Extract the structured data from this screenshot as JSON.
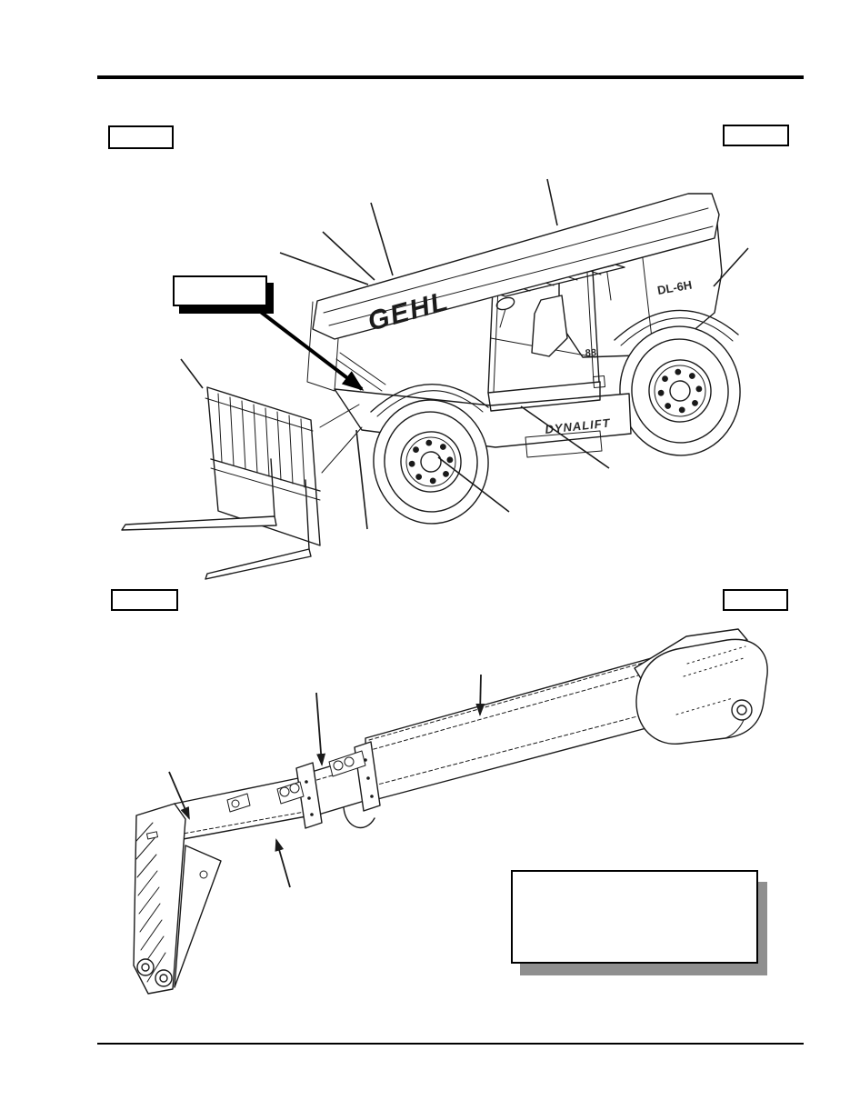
{
  "page": {
    "kind": "operator-manual-figure-page",
    "background": "#ffffff",
    "line_color": "#1a1a1a",
    "note_shadow_color": "#8f8f8f",
    "label_shadow_color": "#000000"
  },
  "callout_boxes": {
    "top_left_label": "",
    "top_right_label": "",
    "mid_left_label": "",
    "mid_right_label": "",
    "machine_pointer_label": "",
    "note_label": ""
  },
  "figure_machine": {
    "description": "Telescopic-handler (telehandler) line drawing with leader lines and empty callout boxes",
    "decals": {
      "brand": "GEHL",
      "series": "DYNALIFT",
      "model": "DL-6H",
      "cab_badge": "88"
    }
  },
  "figure_boom": {
    "description": "Extended telescoping boom assembly line drawing with four pointer arrows and empty note box"
  }
}
